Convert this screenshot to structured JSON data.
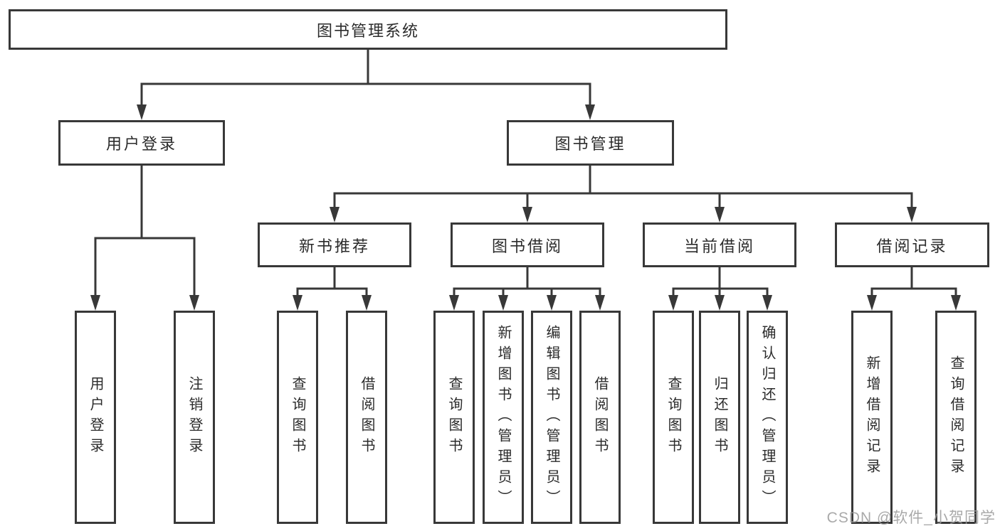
{
  "root": {
    "label": "图书管理系统"
  },
  "branches": [
    {
      "label": "用户登录"
    },
    {
      "label": "图书管理"
    }
  ],
  "modules": [
    {
      "label": "新书推荐"
    },
    {
      "label": "图书借阅"
    },
    {
      "label": "当前借阅"
    },
    {
      "label": "借阅记录"
    }
  ],
  "functions": [
    {
      "label": "用户登录"
    },
    {
      "label": "注销登录"
    },
    {
      "label": "查询图书"
    },
    {
      "label": "借阅图书"
    },
    {
      "label": "查询图书"
    },
    {
      "label": "新增图书（管理员）"
    },
    {
      "label": "编辑图书（管理员）"
    },
    {
      "label": "借阅图书"
    },
    {
      "label": "查询图书"
    },
    {
      "label": "归还图书"
    },
    {
      "label": "确认归还（管理员）"
    },
    {
      "label": "新增借阅记录"
    },
    {
      "label": "查询借阅记录"
    }
  ],
  "watermark": {
    "text": "CSDN @软件_小贺同学"
  },
  "colors": {
    "line": "#383838",
    "border": "#383838",
    "text": "#2b2b2b",
    "watermark": "#9b9b9b",
    "background": "#ffffff"
  }
}
